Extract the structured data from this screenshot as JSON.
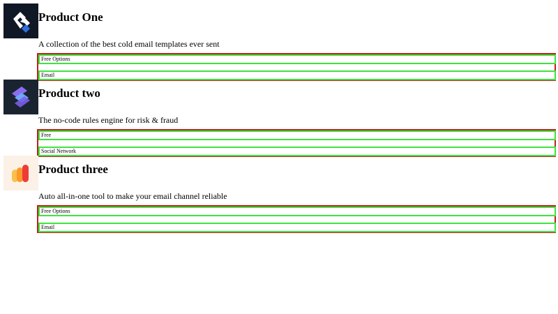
{
  "products": [
    {
      "logo": "product-one-logo",
      "title": "Product One",
      "description": "A collection of the best cold email templates ever sent",
      "tags": [
        "Free Options",
        "Email"
      ]
    },
    {
      "logo": "product-two-logo",
      "title": "Product two",
      "description": "The no-code rules engine for risk & fraud",
      "tags": [
        "Free",
        "Social Network"
      ]
    },
    {
      "logo": "product-three-logo",
      "title": "Product three",
      "description": "Auto all-in-one tool to make your email channel reliable",
      "tags": [
        "Free Options",
        "Email"
      ]
    }
  ],
  "colors": {
    "outer_border": "#c0201a",
    "inner_border": "#3ee43e",
    "logo1_bg": "#111827",
    "logo2_bg": "#1a2430",
    "logo3_bg": "#fbf1e6"
  }
}
